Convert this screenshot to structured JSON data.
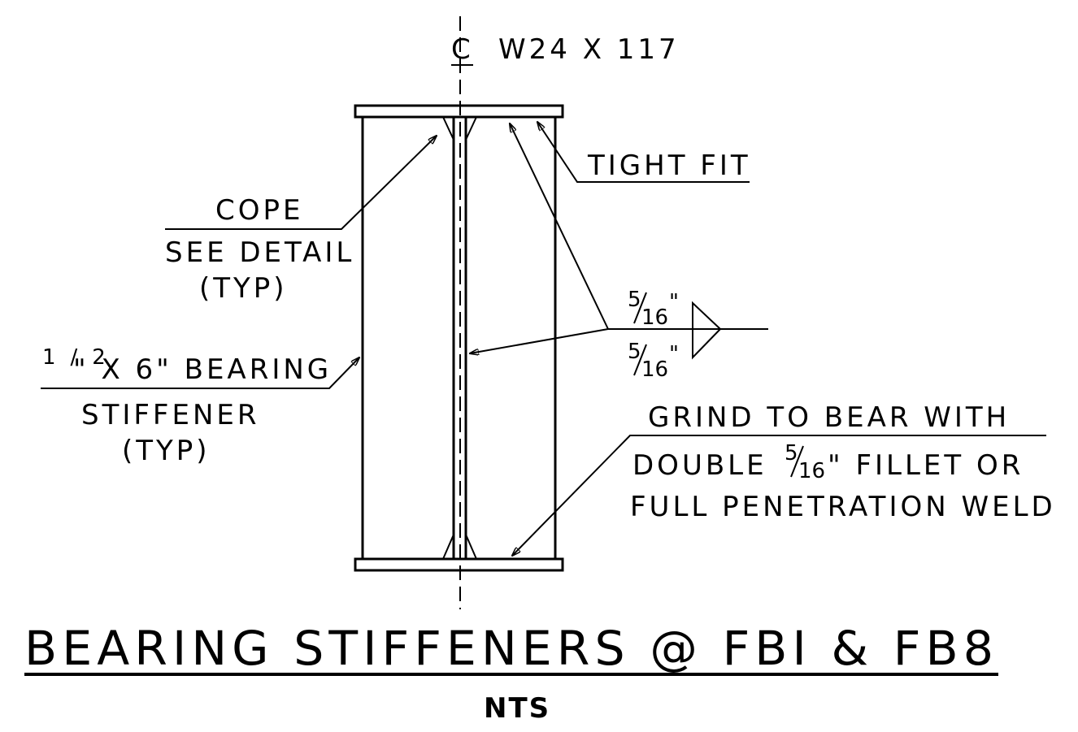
{
  "member": {
    "centerline_symbol": "C",
    "section": "W24 X 117"
  },
  "labels": {
    "tight_fit": "TIGHT FIT",
    "cope": [
      "COPE",
      "SEE DETAIL",
      "(TYP)"
    ],
    "stiffener": {
      "size_fraction": "1/2",
      "size_rest": "\" X 6\" BEARING",
      "line2": "STIFFENER",
      "line3": "(TYP)"
    },
    "weld_symbol": {
      "top_num": "5",
      "top_den": "16",
      "top_unit": "\"",
      "bottom_num": "5",
      "bottom_den": "16",
      "bottom_unit": "\""
    },
    "grind": {
      "line1": "GRIND TO BEAR WITH",
      "line2_pre": "DOUBLE",
      "line2_num": "5",
      "line2_den": "16",
      "line2_post": "\" FILLET OR",
      "line3": "FULL PENETRATION WELD"
    }
  },
  "title": {
    "main": "BEARING STIFFENERS @ FBI & FB8",
    "scale": "NTS"
  }
}
